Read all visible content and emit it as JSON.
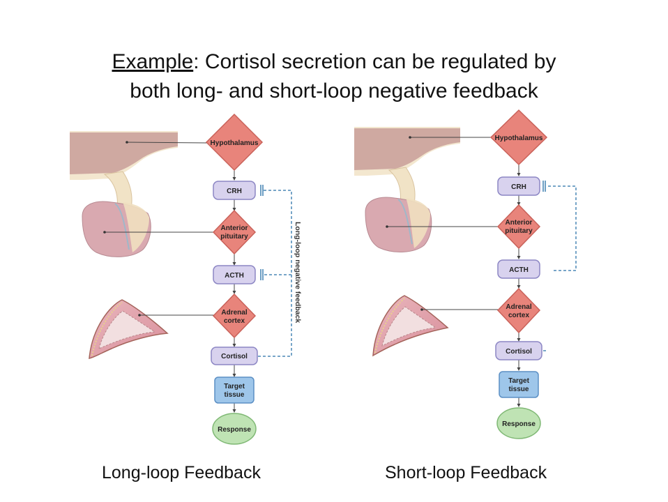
{
  "title": {
    "prefix": "Example",
    "line1_rest": ": Cortisol secretion can be regulated by",
    "line2": "both long- and short-loop negative feedback"
  },
  "left_panel": {
    "caption": "Long-loop Feedback",
    "nodes": {
      "hypothalamus": "Hypothalamus",
      "crh": "CRH",
      "anterior_line1": "Anterior",
      "anterior_line2": "pituitary",
      "acth": "ACTH",
      "adrenal_line1": "Adrenal",
      "adrenal_line2": "cortex",
      "cortisol": "Cortisol",
      "target_line1": "Target",
      "target_line2": "tissue",
      "response": "Response"
    },
    "feedback_label": "Long-loop negative feedback"
  },
  "right_panel": {
    "caption": "Short-loop Feedback",
    "nodes": {
      "hypothalamus": "Hypothalamus",
      "crh": "CRH",
      "anterior_line1": "Anterior",
      "anterior_line2": "pituitary",
      "acth": "ACTH",
      "adrenal_line1": "Adrenal",
      "adrenal_line2": "cortex",
      "cortisol": "Cortisol",
      "target_line1": "Target",
      "target_line2": "tissue",
      "response": "Response"
    }
  },
  "colors": {
    "diamond_fill": "#e8847b",
    "diamond_stroke": "#c9625a",
    "hormone_fill": "#d8d2ee",
    "hormone_stroke": "#8c86c4",
    "target_fill": "#9ec6ea",
    "target_stroke": "#5b8fc4",
    "response_fill": "#bfe3b4",
    "response_stroke": "#7fb874",
    "feedback_line": "#4a87b5"
  }
}
